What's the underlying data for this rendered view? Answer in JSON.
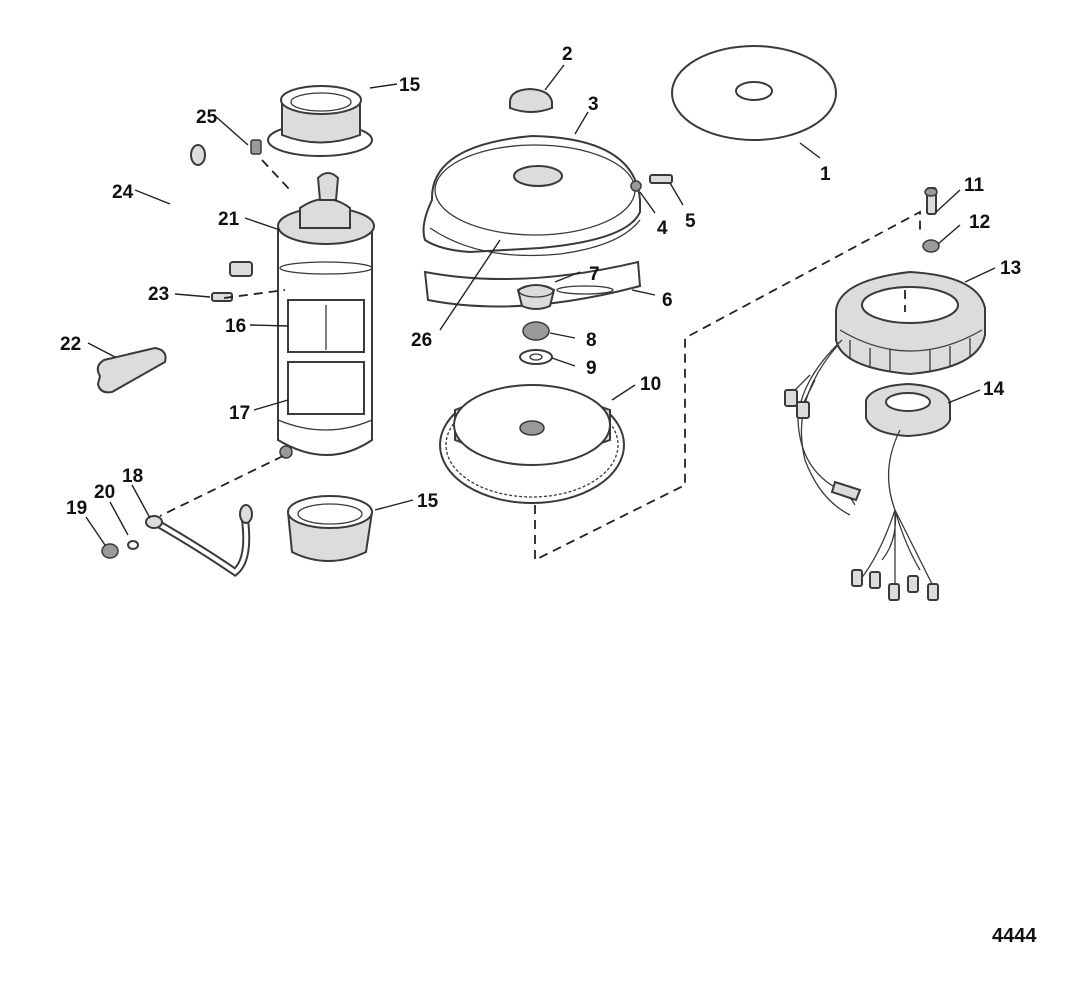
{
  "figure_number": "4444",
  "callouts": {
    "c1": "1",
    "c2": "2",
    "c3": "3",
    "c4": "4",
    "c5": "5",
    "c6": "6",
    "c7": "7",
    "c8": "8",
    "c9": "9",
    "c10": "10",
    "c11": "11",
    "c12": "12",
    "c13": "13",
    "c14": "14",
    "c15a": "15",
    "c15b": "15",
    "c16": "16",
    "c17": "17",
    "c18": "18",
    "c19": "19",
    "c20": "20",
    "c21": "21",
    "c22": "22",
    "c23": "23",
    "c24": "24",
    "c25": "25",
    "c26": "26"
  }
}
